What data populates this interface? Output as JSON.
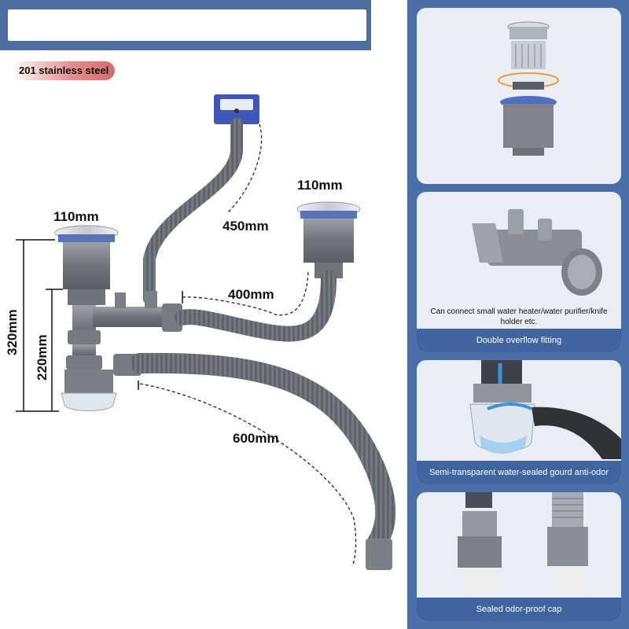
{
  "badge": {
    "label": "201 stainless steel"
  },
  "dimensions": {
    "left_sink_width": "110mm",
    "right_sink_width": "110mm",
    "hose_top": "450mm",
    "hose_right": "400mm",
    "hose_bottom": "600mm",
    "height_total": "320mm",
    "height_lower": "220mm"
  },
  "side_panel": {
    "cards": [
      {
        "caption": ""
      },
      {
        "note": "Can connect small water heater/water purifier/knife holder etc.",
        "caption": "Double overflow fitting"
      },
      {
        "caption": "Semi-transparent water-sealed gourd anti-odor"
      },
      {
        "caption": "Sealed odor-proof cap"
      }
    ]
  },
  "colors": {
    "panel_bg": "#4a6fa8",
    "caption_bg": "#3f64a0",
    "pipe_gray": "#7b7f86",
    "steel": "#cfd4da"
  }
}
